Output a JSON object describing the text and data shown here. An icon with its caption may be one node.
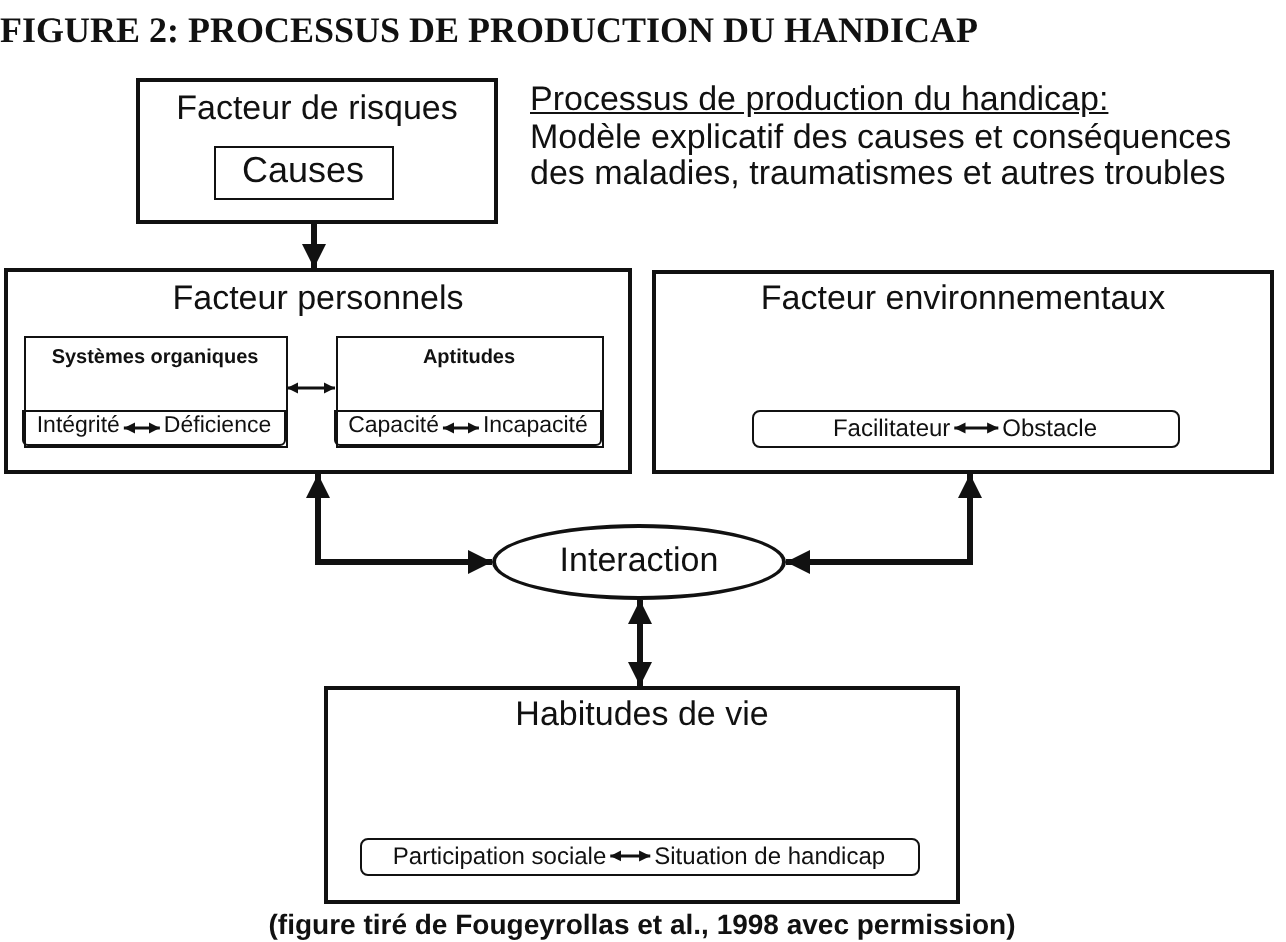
{
  "diagram": {
    "title": "FIGURE 2: PROCESSUS DE PRODUCTION DU HANDICAP",
    "caption": "(figure tiré de Fougeyrollas et al., 1998 avec permission)",
    "nodes": [
      {
        "text": [
          "Facteur de risques"
        ]
      },
      {
        "text": [
          "Causes"
        ],
        "in": 0
      },
      {
        "text": [
          "Facteur personnels"
        ]
      },
      {
        "text": [
          "Systèmes organiques"
        ],
        "in": 2
      },
      {
        "text": [],
        "shape": "box",
        "in": 3
      },
      {
        "text": [
          "Intégrité"
        ],
        "in": 4
      },
      {
        "text": [
          "Déficience"
        ],
        "in": 4
      },
      {
        "text": [
          "Aptitudes"
        ],
        "in": 2
      },
      {
        "text": [],
        "shape": "box",
        "in": 7
      },
      {
        "text": [
          "Capacité"
        ],
        "in": 8
      },
      {
        "text": [
          "Incapacité"
        ],
        "in": 8
      },
      {
        "text": [
          "Facteur environnementaux"
        ]
      },
      {
        "text": [],
        "shape": "box",
        "in": 11
      },
      {
        "text": [
          "Facilitateur"
        ],
        "in": 12
      },
      {
        "text": [
          "Obstacle"
        ],
        "in": 12
      },
      {
        "text": [
          "Interaction"
        ]
      },
      {
        "text": [
          "Habitudes de vie"
        ]
      },
      {
        "text": [],
        "shape": "box",
        "in": 16
      },
      {
        "text": [
          "Participation sociale"
        ],
        "in": 17
      },
      {
        "text": [
          "Situation de handicap"
        ],
        "in": 17
      }
    ],
    "edges": [
      {
        "from": 0,
        "to": 2,
        "arrow": "to",
        "style": "thick"
      },
      {
        "from": 3,
        "to": 7,
        "arrow": "both"
      },
      {
        "from": 5,
        "to": 6,
        "arrow": "both"
      },
      {
        "from": 9,
        "to": 10,
        "arrow": "both"
      },
      {
        "from": 13,
        "to": 14,
        "arrow": "both"
      },
      {
        "from": 18,
        "to": 19,
        "arrow": "both"
      },
      {
        "from": 2,
        "to": 15,
        "arrow": "both",
        "style": "thick"
      },
      {
        "from": 11,
        "to": 15,
        "arrow": "both",
        "style": "thick"
      },
      {
        "from": 15,
        "to": 16,
        "arrow": "both",
        "style": "thick"
      }
    ],
    "labels": [
      "Processus de production du handicap:",
      "Modèle explicatif des causes et conséquences des maladies, traumatismes et autres troubles"
    ]
  }
}
